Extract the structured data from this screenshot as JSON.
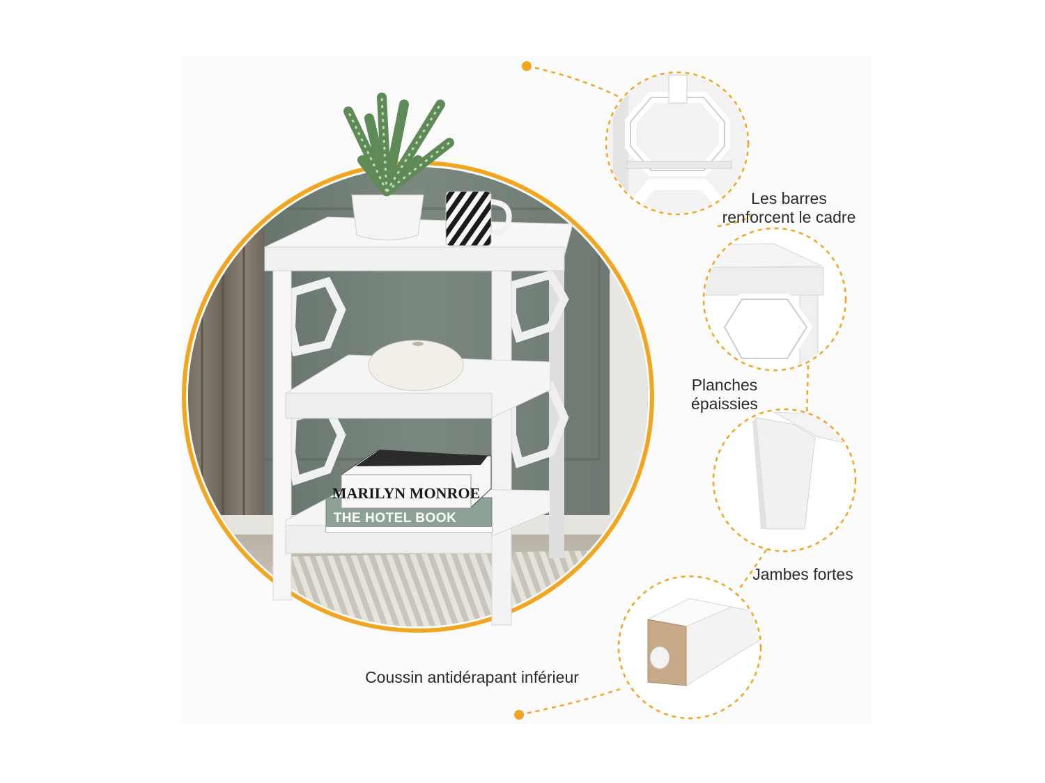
{
  "callouts": {
    "bars": {
      "line1": "Les barres",
      "line2": "renforcent le cadre"
    },
    "planks": {
      "line1": "Planches",
      "line2": "épaissies"
    },
    "legs": {
      "text": "Jambes fortes"
    },
    "pad": {
      "text": "Coussin antidérapant inférieur"
    }
  },
  "books": {
    "top_title": "MARILYN MONROE",
    "bottom_title": "THE HOTEL BOOK"
  },
  "colors": {
    "accent_orange": "#f2a51f",
    "furniture_white": "#f4f4f4",
    "wall_grey": "#6f7b74",
    "background": "#fbfbfb"
  }
}
